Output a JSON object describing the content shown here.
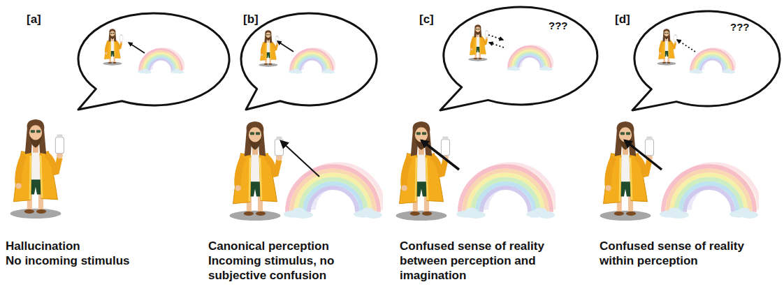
{
  "diagram": {
    "nodes": [
      {
        "text": [
          "???"
        ]
      },
      {
        "text": [
          "???"
        ]
      }
    ],
    "labels": [
      "[a]",
      "[b]",
      "[c]",
      "[d]",
      "Hallucination",
      "No incoming stimulus",
      "Canonical perception",
      "Incoming stimulus, no subjective confusion",
      "Confused sense of reality between perception and imagination",
      "Confused sense of reality within perception"
    ]
  }
}
